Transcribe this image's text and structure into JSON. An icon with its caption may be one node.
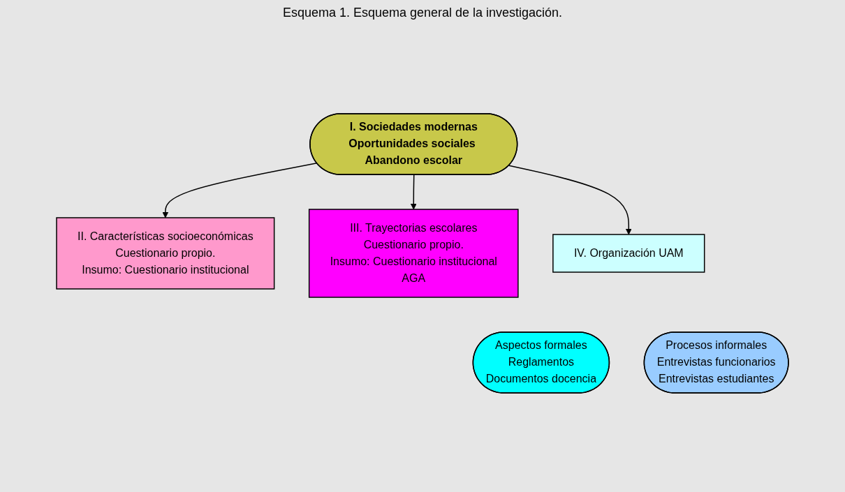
{
  "diagram": {
    "title": "Esquema 1. Esquema general de la investigación.",
    "nodes": [
      {
        "text": [
          "I. Sociedades modernas",
          "Oportunidades sociales Abandono escolar"
        ]
      },
      {
        "text": [
          "II. Características socioeconómicas",
          "Cuestionario propio.",
          "Insumo: Cuestionario institucional"
        ]
      },
      {
        "text": [
          "III. Trayectorias escolares",
          "Cuestionario propio.",
          "Insumo: Cuestionario institucional",
          "AGA"
        ]
      },
      {
        "text": [
          "IV. Organización UAM"
        ]
      },
      {
        "text": [
          "Aspectos formales",
          "Reglamentos",
          "Documentos docencia"
        ]
      },
      {
        "text": [
          "Procesos informales",
          "Entrevistas funcionarios",
          "Entrevistas estudiantes"
        ]
      }
    ],
    "edges": [
      {
        "from": 0,
        "to": 1,
        "arrow": "to"
      },
      {
        "from": 0,
        "to": 2,
        "arrow": "to"
      },
      {
        "from": 0,
        "to": 3,
        "arrow": "to"
      }
    ]
  }
}
